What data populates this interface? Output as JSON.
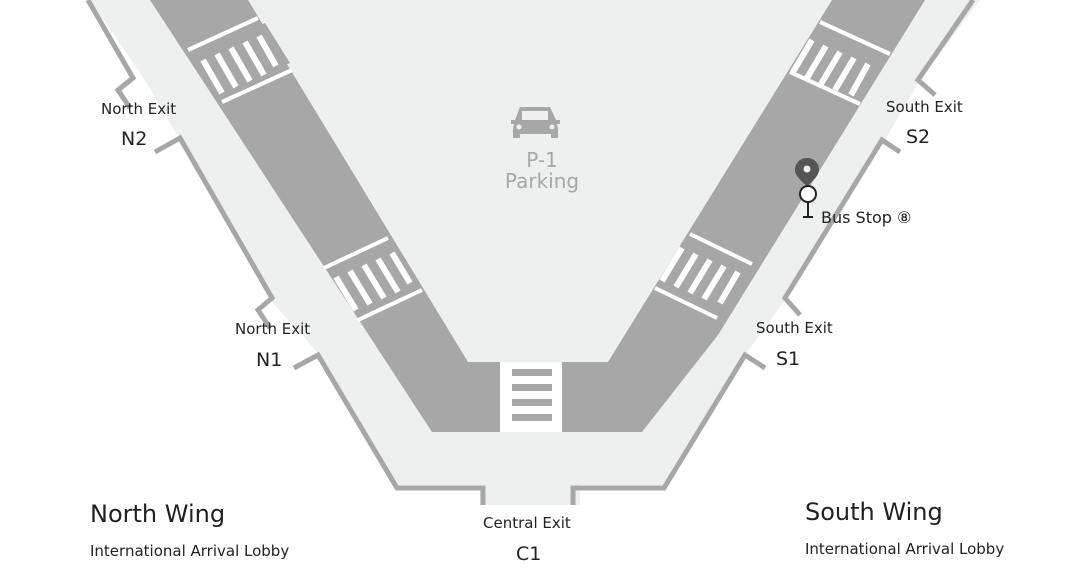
{
  "parking": {
    "icon": "car-icon",
    "code": "P-1",
    "label": "Parking"
  },
  "bus_stop": {
    "icon": "map-pin-icon",
    "label": "Bus Stop ⑧"
  },
  "exits": {
    "north_2": {
      "name": "North Exit",
      "code": "N2"
    },
    "north_1": {
      "name": "North Exit",
      "code": "N1"
    },
    "central": {
      "name": "Central Exit",
      "code": "C1"
    },
    "south_1": {
      "name": "South Exit",
      "code": "S1"
    },
    "south_2": {
      "name": "South Exit",
      "code": "S2"
    }
  },
  "wings": {
    "north": {
      "title": "North Wing",
      "subtitle": "International Arrival Lobby"
    },
    "south": {
      "title": "South Wing",
      "subtitle": "International Arrival Lobby"
    }
  },
  "colors": {
    "plaza": "#eeefef",
    "road": "#a7a7a7",
    "wall": "#a7a7a7",
    "crosswalk": "#ffffff",
    "pin": "#555555",
    "text": "#222222",
    "parking_text": "#a7a7a7"
  }
}
